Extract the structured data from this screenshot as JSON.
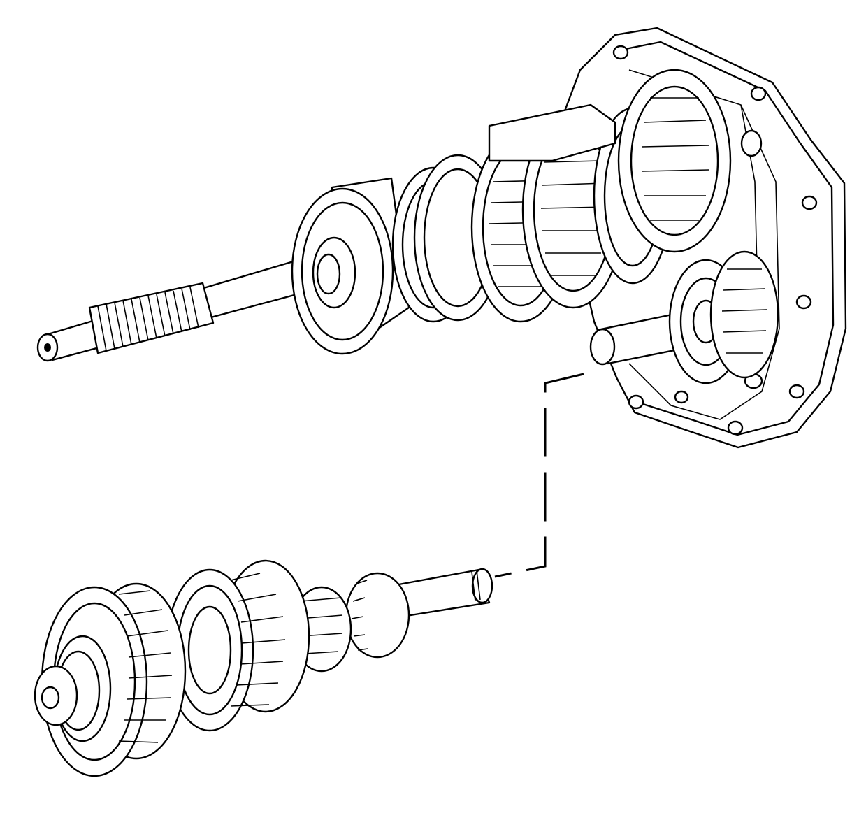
{
  "colors": {
    "line": "#000000",
    "background": "#ffffff"
  },
  "parts": [
    {
      "id": "transmission-case-plate",
      "icon": "case-plate-icon"
    },
    {
      "id": "mainshaft-assembly",
      "icon": "mainshaft-icon"
    },
    {
      "id": "countershaft-gear-cluster",
      "icon": "gear-cluster-icon"
    }
  ],
  "alignment": {
    "style": "dashed",
    "from": "countershaft-bore",
    "to": "countershaft-gear-cluster"
  }
}
